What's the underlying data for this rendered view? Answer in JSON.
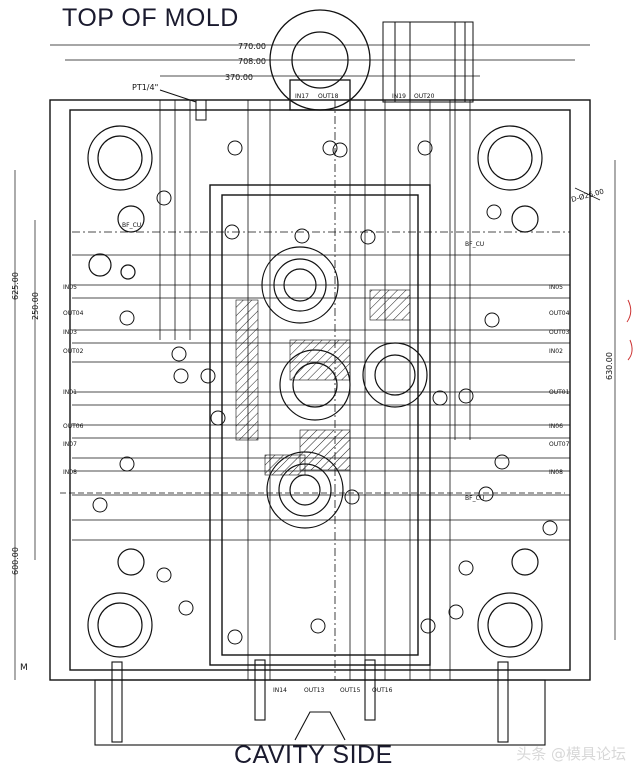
{
  "titles": {
    "top": "TOP OF MOLD",
    "bottom": "CAVITY SIDE"
  },
  "dimensions": {
    "width_overall": "770.00",
    "width_second": "708.00",
    "width_third": "370.00",
    "height_right": "630.00",
    "height_left_1": "625.00",
    "height_left_2": "250.00",
    "height_left_3": "600.00",
    "hole_dia": "D-Ø26.00",
    "pt": "PT1/4\""
  },
  "labels": {
    "bf_1": "BF_CU",
    "bf_2": "BF_CU",
    "bf_3": "BF_CU",
    "gate_labels": [
      "IN14",
      "OUT13",
      "OUT15",
      "OUT16"
    ],
    "left_callouts": [
      "IN05",
      "OUT04",
      "IN03",
      "OUT02",
      "IN01",
      "OUT06",
      "IN07",
      "IN08"
    ],
    "right_callouts": [
      "IN05",
      "OUT04",
      "OUT03",
      "IN02",
      "OUT01",
      "IN06",
      "OUT07",
      "IN08"
    ],
    "top_ports": [
      "IN17",
      "OUT18",
      "IN19",
      "OUT20"
    ],
    "mark": "M"
  },
  "watermark": "头条 @模具论坛",
  "colors": {
    "line": "#111111",
    "text": "#1a1a2e",
    "accent": "#cc3333",
    "background": "#ffffff"
  }
}
